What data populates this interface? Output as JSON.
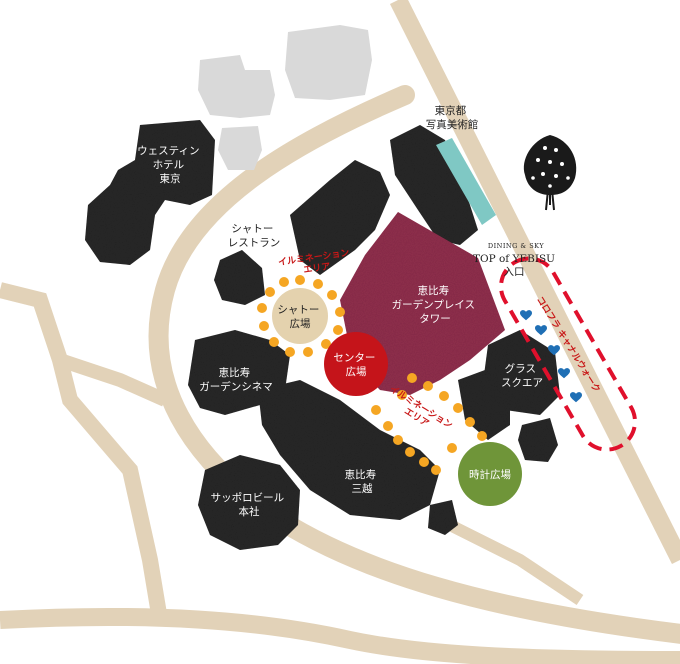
{
  "map": {
    "colors": {
      "road": "#e2d2b8",
      "building": "#2b2b2b",
      "building_light": "#d9d9d9",
      "tower": "#93304f",
      "photo_museum_strip": "#7fc8c4",
      "chateau_plaza": "#e4d2ae",
      "center_plaza": "#c5141a",
      "clock_plaza": "#6f9539",
      "illumination_dot": "#f5a623",
      "heart": "#1f6fb5",
      "canal_outline": "#e0102c"
    },
    "labels": {
      "westin": [
        "ウェスティン",
        "ホテル",
        "東京"
      ],
      "photo_museum": [
        "東京都",
        "写真美術館"
      ],
      "chateau_restaurant": [
        "シャトー",
        "レストラン"
      ],
      "chateau_plaza": [
        "シャトー",
        "広場"
      ],
      "center_plaza": [
        "センター",
        "広場"
      ],
      "tower": [
        "恵比寿",
        "ガーデンプレイス",
        "タワー"
      ],
      "top_yebisu_small": "DINING & SKY",
      "top_yebisu": "TOP of YEBISU",
      "top_yebisu_entrance": "入口",
      "glass_square": [
        "グラス",
        "スクエア"
      ],
      "cinema": [
        "恵比寿",
        "ガーデンシネマ"
      ],
      "mitsukoshi": [
        "恵比寿",
        "三越"
      ],
      "sapporo": [
        "サッポロビール",
        "本社"
      ],
      "clock_plaza": "時計広場",
      "illumination_area_1": [
        "イルミネーション",
        "エリア"
      ],
      "illumination_area_2": [
        "イルミネーション",
        "エリア"
      ],
      "canal_walk": "コロフラ キャナルウォーク"
    }
  }
}
